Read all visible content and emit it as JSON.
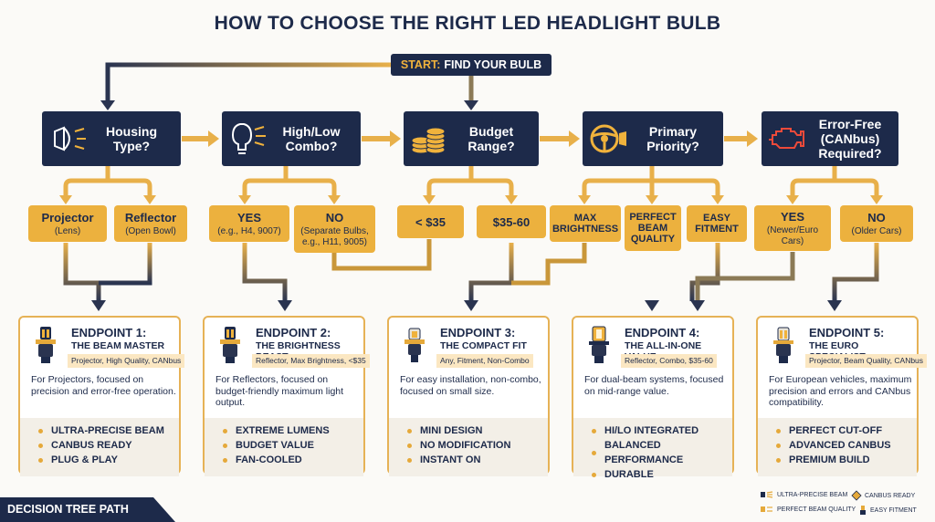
{
  "title": "HOW TO CHOOSE THE RIGHT LED HEADLIGHT BULB",
  "start": {
    "label": "START:",
    "text": "FIND YOUR BULB"
  },
  "questions": [
    {
      "text": "Housing\nType?",
      "icon": "headlight-housing-icon"
    },
    {
      "text": "High/Low\nCombo?",
      "icon": "bulb-beam-icon"
    },
    {
      "text": "Budget\nRange?",
      "icon": "coin-stack-icon"
    },
    {
      "text": "Primary\nPriority?",
      "icon": "steering-wheel-icon"
    },
    {
      "text": "Error-Free\n(CANbus)\nRequired?",
      "icon": "check-engine-icon"
    }
  ],
  "options": [
    {
      "main": "Projector",
      "sub": "(Lens)"
    },
    {
      "main": "Reflector",
      "sub": "(Open Bowl)"
    },
    {
      "main": "YES",
      "sub": "(e.g., H4, 9007)"
    },
    {
      "main": "NO",
      "sub": "(Separate Bulbs,\ne.g., H11, 9005)"
    },
    {
      "main": "< $35",
      "sub": ""
    },
    {
      "main": "$35-60",
      "sub": ""
    },
    {
      "main": "MAX\nBRIGHTNESS",
      "sub": ""
    },
    {
      "main": "PERFECT\nBEAM\nQUALITY",
      "sub": ""
    },
    {
      "main": "EASY\nFITMENT",
      "sub": ""
    },
    {
      "main": "YES",
      "sub": "(Newer/Euro\nCars)"
    },
    {
      "main": "NO",
      "sub": "(Older Cars)"
    }
  ],
  "endpoints": [
    {
      "title": "ENDPOINT 1:",
      "name": "THE BEAM MASTER",
      "tags": "Projector, High Quality, CANbus",
      "desc": "For Projectors, focused on precision and error-free operation.",
      "features": [
        "ULTRA-PRECISE BEAM",
        "CANBUS READY",
        "PLUG & PLAY"
      ]
    },
    {
      "title": "ENDPOINT 2:",
      "name": "THE BRIGHTNESS BEAST",
      "tags": "Reflector, Max Brightness, <$35",
      "desc": "For Reflectors, focused on budget-friendly maximum light output.",
      "features": [
        "EXTREME LUMENS",
        "BUDGET VALUE",
        "FAN-COOLED"
      ]
    },
    {
      "title": "ENDPOINT 3:",
      "name": "THE COMPACT FIT",
      "tags": "Any, Fitment, Non-Combo",
      "desc": "For easy installation, non-combo, focused on small size.",
      "features": [
        "MINI DESIGN",
        "NO MODIFICATION",
        "INSTANT ON"
      ]
    },
    {
      "title": "ENDPOINT 4:",
      "name": "THE ALL-IN-ONE VALUE",
      "tags": "Reflector, Combo, $35-60",
      "desc": "For dual-beam systems, focused on mid-range value.",
      "features": [
        "HI/LO INTEGRATED",
        "BALANCED PERFORMANCE",
        "DURABLE"
      ]
    },
    {
      "title": "ENDPOINT 5:",
      "name": "THE EURO SPECIALIST",
      "tags": "Projector, Beam Quality, CANbus",
      "desc": "For European vehicles, maximum precision and errors and CANbus compatibility.",
      "features": [
        "PERFECT CUT-OFF",
        "ADVANCED CANBUS",
        "PREMIUM BUILD"
      ]
    }
  ],
  "footer": {
    "label": "DECISION TREE PATH"
  },
  "legend": [
    {
      "text": "ULTRA-PRECISE BEAM",
      "icon": "beam-icon"
    },
    {
      "text": "CANBUS READY",
      "icon": "diamond-icon"
    },
    {
      "text": "PERFECT BEAM QUALITY",
      "icon": "beam-quality-icon"
    },
    {
      "text": "EASY FITMENT",
      "icon": "bulb-small-icon"
    }
  ],
  "colors": {
    "navy": "#1d2a4a",
    "gold": "#ecb13e",
    "card_border": "#e6b256",
    "tag_bg": "#fbe7c2"
  }
}
